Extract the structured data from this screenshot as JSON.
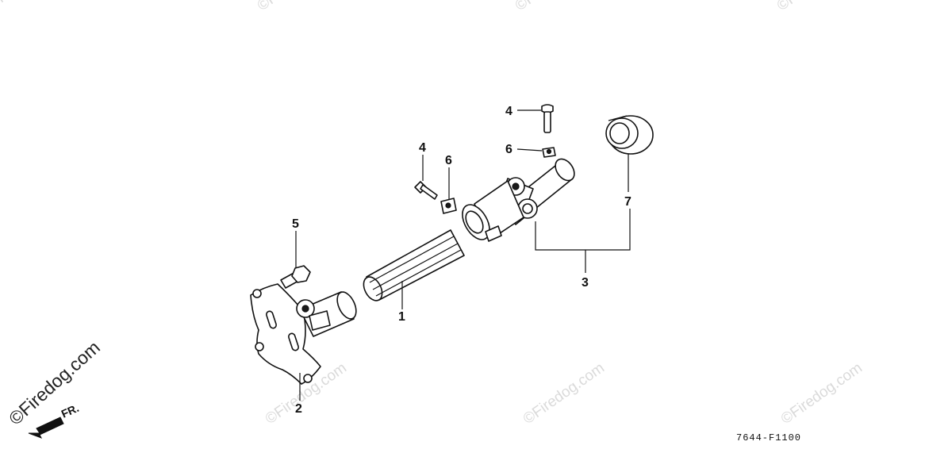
{
  "watermark_text": "©Firedog.com",
  "brand_watermark": "©Firedog.com",
  "diagram_code": "7644-F1100",
  "front_indicator": "FR.",
  "callouts": {
    "c1": "1",
    "c2": "2",
    "c3": "3",
    "c4a": "4",
    "c4b": "4",
    "c5": "5",
    "c6a": "6",
    "c6b": "6",
    "c7": "7"
  },
  "colors": {
    "line": "#111111",
    "watermark": "#bdbdbd"
  }
}
